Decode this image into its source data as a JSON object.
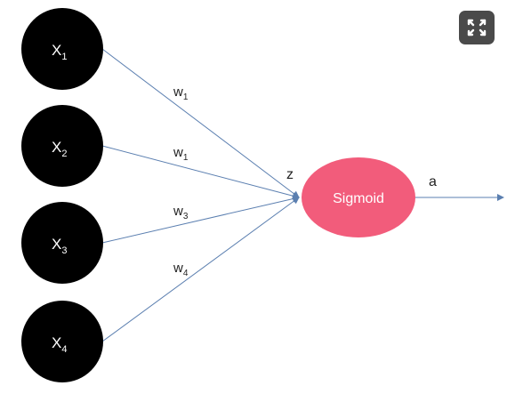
{
  "inputs": [
    {
      "base": "X",
      "sub": "1"
    },
    {
      "base": "X",
      "sub": "2"
    },
    {
      "base": "X",
      "sub": "3"
    },
    {
      "base": "X",
      "sub": "4"
    }
  ],
  "weights": [
    {
      "base": "w",
      "sub": "1"
    },
    {
      "base": "w",
      "sub": "1"
    },
    {
      "base": "w",
      "sub": "3"
    },
    {
      "base": "w",
      "sub": "4"
    }
  ],
  "z_label": "z",
  "activation_label": "Sigmoid",
  "output_label": "a",
  "colors": {
    "input_node": "#000000",
    "activation_node": "#f25c7b",
    "edge": "#5b7fb0",
    "expand_button": "#4a4a4a"
  },
  "toolbar": {
    "expand_icon": "expand-icon"
  }
}
